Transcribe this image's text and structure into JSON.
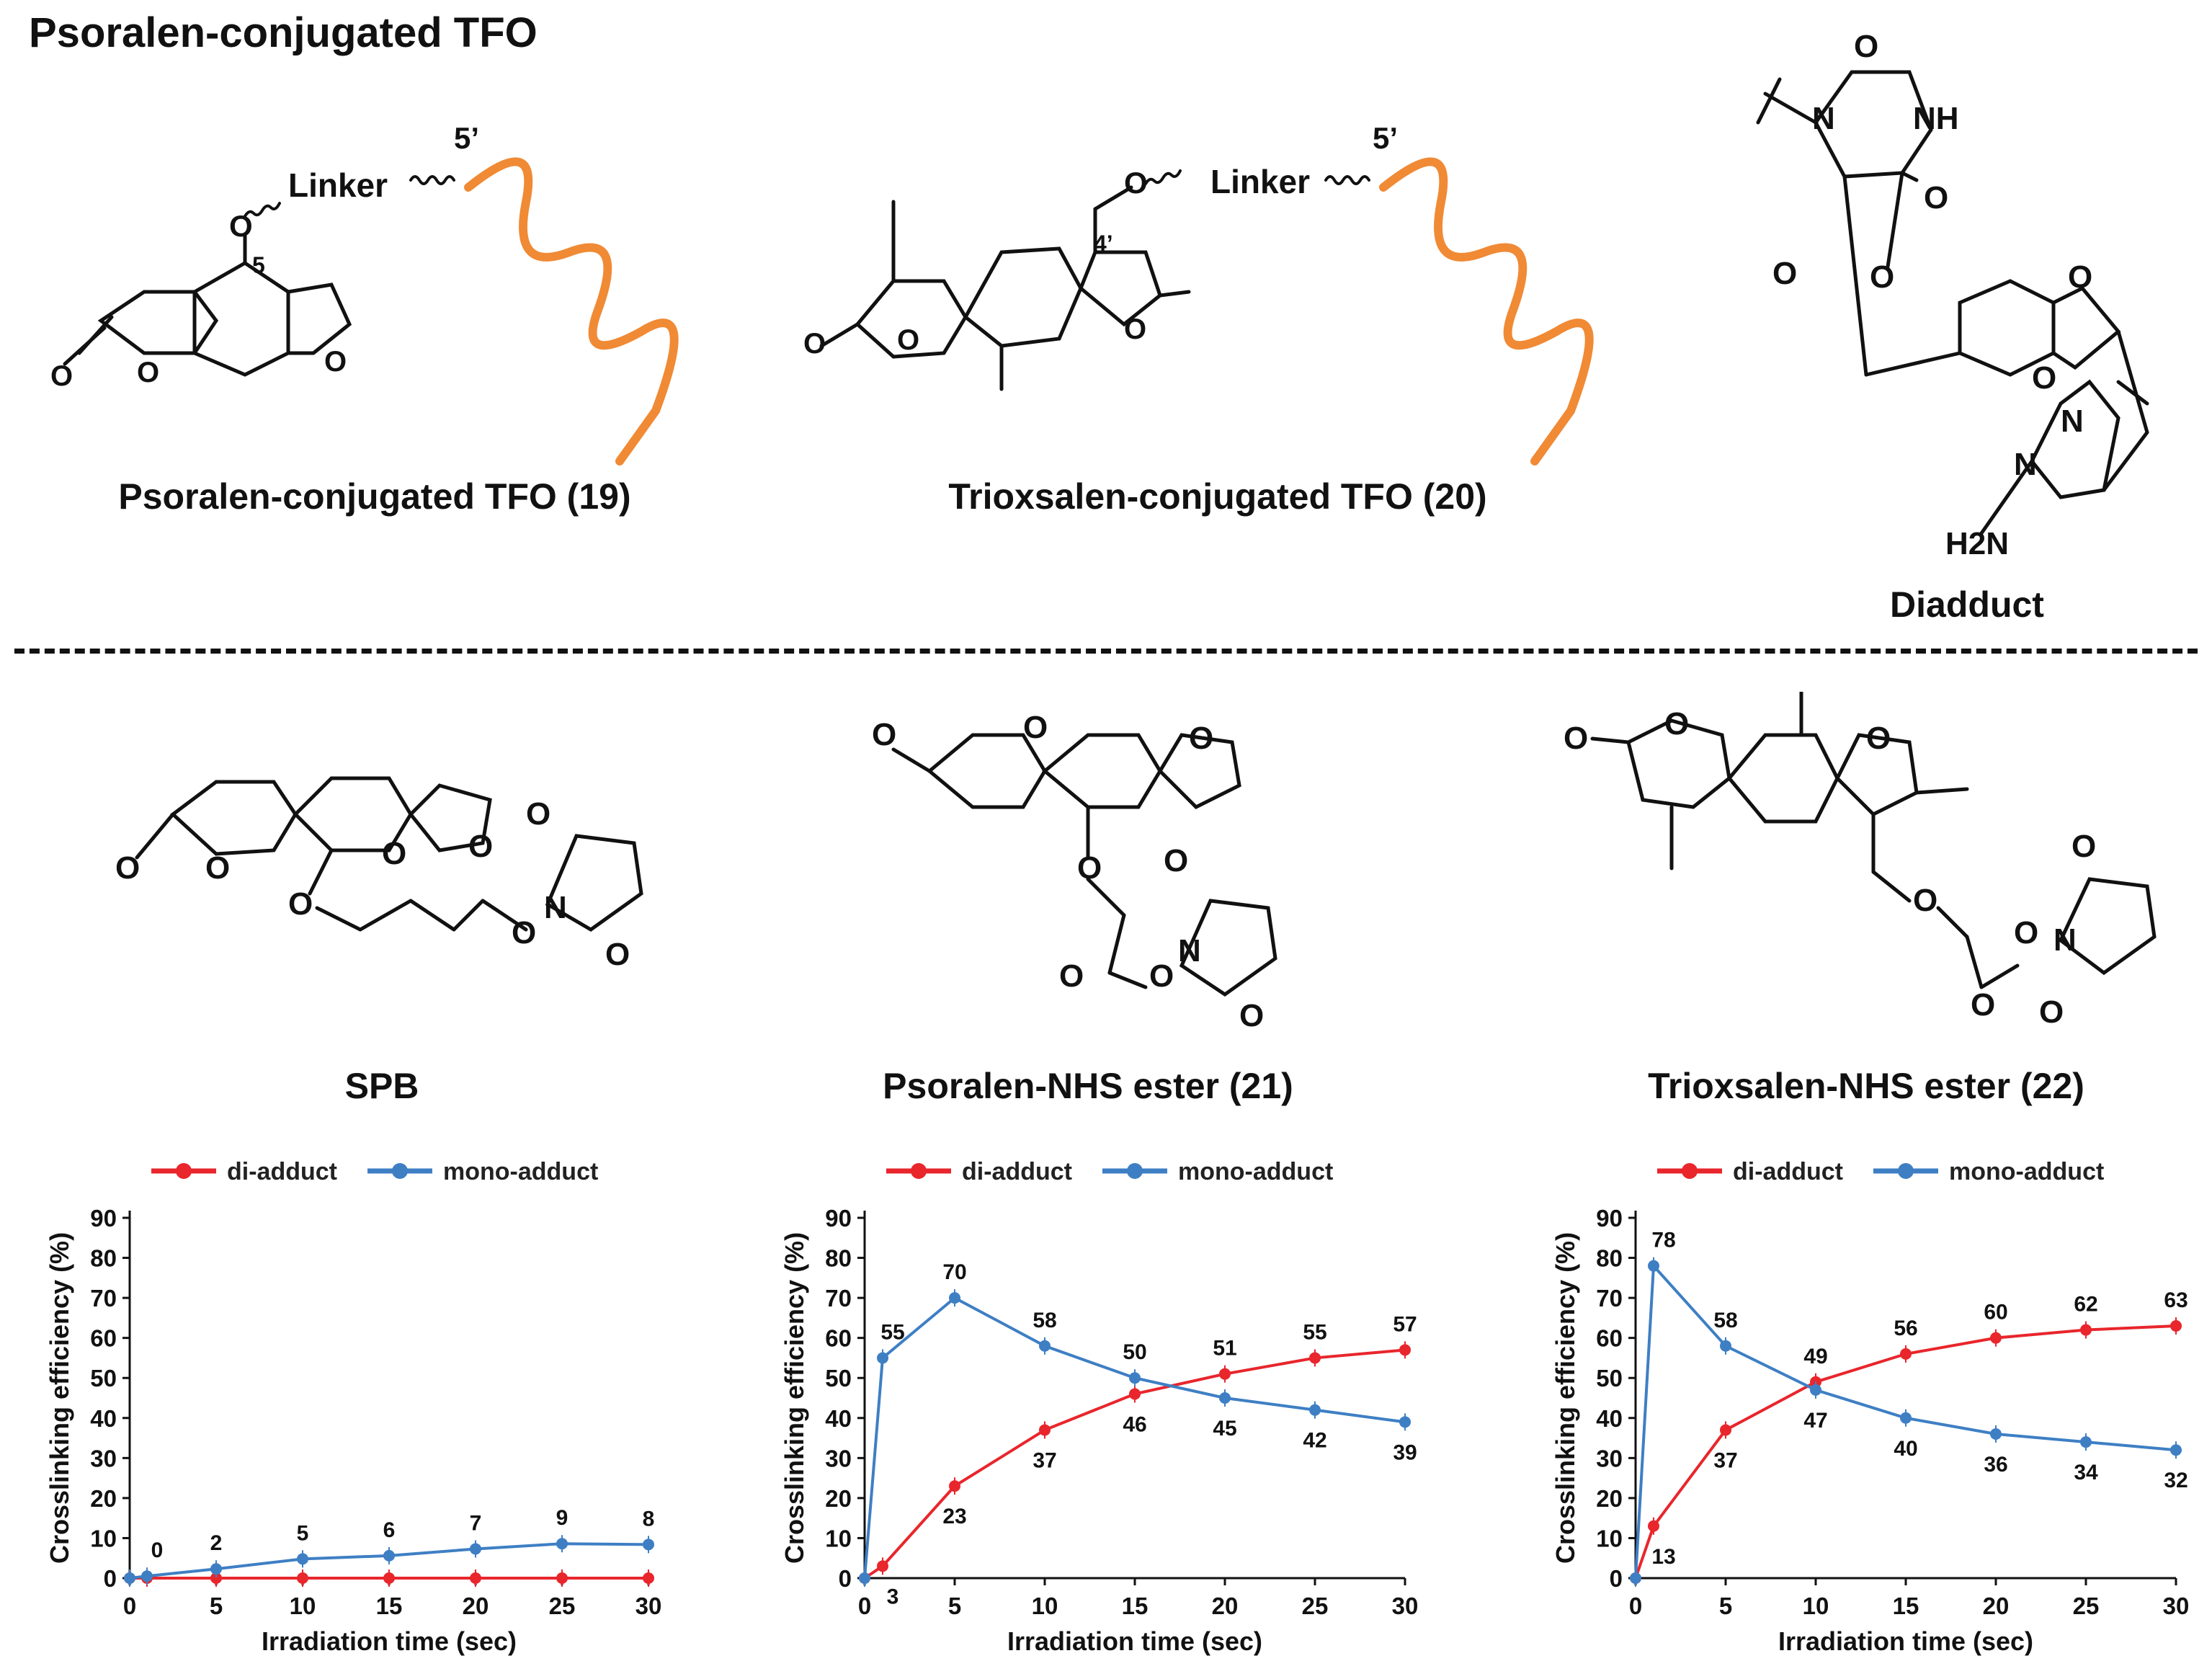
{
  "page": {
    "title": "Psoralen-conjugated TFO",
    "captions": {
      "c19": "Psoralen-conjugated TFO (19)",
      "c20": "Trioxsalen-conjugated TFO (20)",
      "diadduct": "Diadduct",
      "spb": "SPB",
      "c21": "Psoralen-NHS ester (21)",
      "c22": "Trioxsalen-NHS ester (22)"
    },
    "structure_labels": {
      "linker": "Linker",
      "five_prime": "5’",
      "pos5": "5",
      "pos4p": "4’",
      "O": "O",
      "N": "N",
      "NH": "NH",
      "H2N": "H2N"
    }
  },
  "colors": {
    "di": "#e8262c",
    "mono": "#3e7fc4",
    "strand": "#f08a35",
    "axis": "#111111"
  },
  "chart_data": [
    {
      "type": "line",
      "panel": "SPB",
      "x": [
        0,
        1,
        5,
        10,
        15,
        20,
        25,
        30
      ],
      "series": [
        {
          "name": "di-adduct",
          "values": [
            0,
            0,
            0,
            0,
            0,
            0,
            0,
            0
          ],
          "labels": [
            null,
            null,
            null,
            null,
            null,
            null,
            null,
            null
          ]
        },
        {
          "name": "mono-adduct",
          "values": [
            0,
            0.5,
            2.3,
            4.8,
            5.6,
            7.3,
            8.6,
            8.4
          ],
          "labels": [
            null,
            "0",
            "2",
            "5",
            "6",
            "7",
            "9",
            "8"
          ]
        }
      ],
      "xlabel": "Irradiation time (sec)",
      "ylabel": "Crosslinking efficiency (%)",
      "xticks": [
        0,
        5,
        10,
        15,
        20,
        25,
        30
      ],
      "yticks": [
        0,
        10,
        20,
        30,
        40,
        50,
        60,
        70,
        80,
        90
      ],
      "xlim": [
        0,
        30
      ],
      "ylim": [
        0,
        90
      ],
      "legend": "top"
    },
    {
      "type": "line",
      "panel": "Psoralen-NHS ester (21)",
      "x": [
        0,
        1,
        5,
        10,
        15,
        20,
        25,
        30
      ],
      "series": [
        {
          "name": "di-adduct",
          "values": [
            0,
            3,
            23,
            37,
            46,
            51,
            55,
            57
          ],
          "labels": [
            null,
            "3",
            "23",
            "37",
            "46",
            "51",
            "55",
            "57"
          ]
        },
        {
          "name": "mono-adduct",
          "values": [
            0,
            55,
            70,
            58,
            50,
            45,
            42,
            39
          ],
          "labels": [
            null,
            "55",
            "70",
            "58",
            "50",
            "45",
            "42",
            "39"
          ]
        }
      ],
      "xlabel": "Irradiation time (sec)",
      "ylabel": "Crosslinking efficiency (%)",
      "xticks": [
        0,
        5,
        10,
        15,
        20,
        25,
        30
      ],
      "yticks": [
        0,
        10,
        20,
        30,
        40,
        50,
        60,
        70,
        80,
        90
      ],
      "xlim": [
        0,
        30
      ],
      "ylim": [
        0,
        90
      ],
      "legend": "top"
    },
    {
      "type": "line",
      "panel": "Trioxsalen-NHS ester (22)",
      "x": [
        0,
        1,
        5,
        10,
        15,
        20,
        25,
        30
      ],
      "series": [
        {
          "name": "di-adduct",
          "values": [
            0,
            13,
            37,
            49,
            56,
            60,
            62,
            63
          ],
          "labels": [
            null,
            "13",
            "37",
            "49",
            "56",
            "60",
            "62",
            "63"
          ]
        },
        {
          "name": "mono-adduct",
          "values": [
            0,
            78,
            58,
            47,
            40,
            36,
            34,
            32
          ],
          "labels": [
            null,
            "78",
            "58",
            "47",
            "40",
            "36",
            "34",
            "32"
          ]
        }
      ],
      "xlabel": "Irradiation time (sec)",
      "ylabel": "Crosslinking efficiency (%)",
      "xticks": [
        0,
        5,
        10,
        15,
        20,
        25,
        30
      ],
      "yticks": [
        0,
        10,
        20,
        30,
        40,
        50,
        60,
        70,
        80,
        90
      ],
      "xlim": [
        0,
        30
      ],
      "ylim": [
        0,
        90
      ],
      "legend": "top"
    }
  ]
}
